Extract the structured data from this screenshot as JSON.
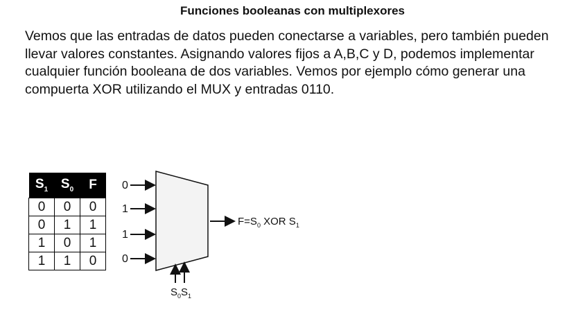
{
  "title": "Funciones booleanas con multiplexores",
  "paragraph": "Vemos que las entradas de datos pueden conectarse a variables, pero también pueden llevar valores constantes. Asignando valores fijos a A,B,C y D, podemos implementar cualquier función booleana de dos variables. Vemos por ejemplo cómo generar una compuerta XOR utilizando el MUX y entradas 0110.",
  "truth_table": {
    "headers": [
      {
        "base": "S",
        "sub": "1"
      },
      {
        "base": "S",
        "sub": "0"
      },
      {
        "base": "F",
        "sub": ""
      }
    ],
    "rows": [
      [
        "0",
        "0",
        "0"
      ],
      [
        "0",
        "1",
        "1"
      ],
      [
        "1",
        "0",
        "1"
      ],
      [
        "1",
        "1",
        "0"
      ]
    ]
  },
  "mux": {
    "inputs": [
      "0",
      "1",
      "1",
      "0"
    ],
    "output": {
      "prefix": "F=S",
      "sub": "0",
      "middle": " XOR S",
      "sub2": "1"
    },
    "selects": [
      {
        "base": "S",
        "sub": "0"
      },
      {
        "base": "S",
        "sub": "1"
      }
    ],
    "colors": {
      "stroke": "#111111",
      "fill": "#f3f3f3"
    }
  }
}
